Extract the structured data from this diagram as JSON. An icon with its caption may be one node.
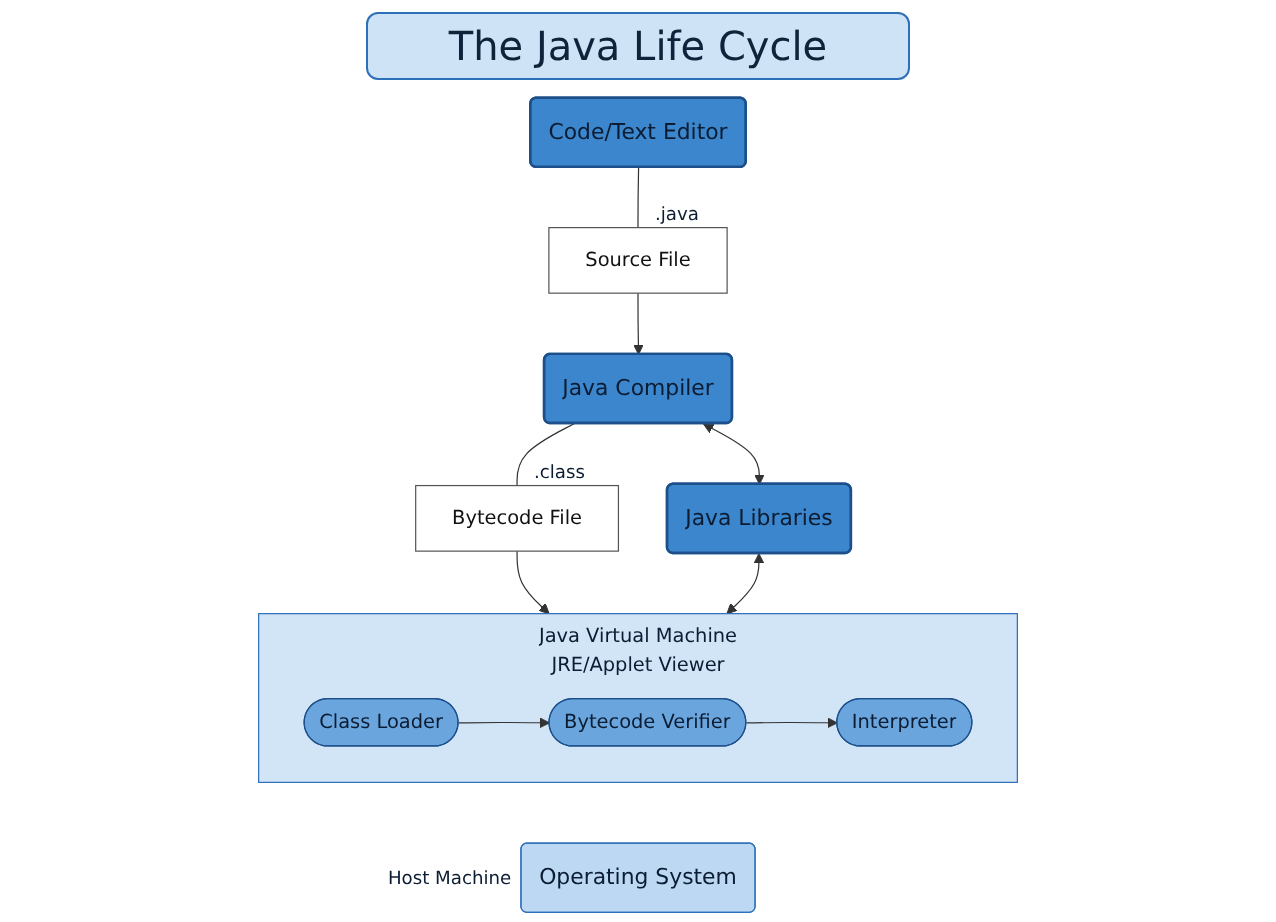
{
  "diagram": {
    "title": "The Java Life Cycle",
    "nodes": [
      {
        "text": [
          "Code/Text Editor"
        ]
      },
      {
        "text": [
          "Source File"
        ],
        "beside": [
          ".java"
        ]
      },
      {
        "text": [
          "Java Compiler"
        ]
      },
      {
        "text": [
          "Bytecode File"
        ],
        "beside": [
          ".class"
        ]
      },
      {
        "text": [
          "Java Libraries"
        ]
      },
      {
        "text": [
          "Java Virtual Machine",
          "JRE/Applet Viewer"
        ]
      },
      {
        "text": [
          "Class Loader"
        ],
        "in": 5
      },
      {
        "text": [
          "Bytecode Verifier"
        ],
        "in": 5
      },
      {
        "text": [
          "Interpreter"
        ],
        "in": 5
      },
      {
        "text": [
          "Operating System"
        ],
        "beside": [
          "Host Machine"
        ]
      }
    ],
    "edges": [
      {
        "from": 0,
        "to": 1,
        "arrow": "none"
      },
      {
        "from": 1,
        "to": 2,
        "arrow": "to"
      },
      {
        "from": 2,
        "to": 3,
        "arrow": "none"
      },
      {
        "from": 3,
        "to": 5,
        "arrow": "to"
      },
      {
        "from": 2,
        "to": 4,
        "arrow": "both"
      },
      {
        "from": 4,
        "to": 5,
        "arrow": "both"
      },
      {
        "from": 6,
        "to": 7,
        "arrow": "to"
      },
      {
        "from": 7,
        "to": 8,
        "arrow": "to"
      }
    ]
  }
}
